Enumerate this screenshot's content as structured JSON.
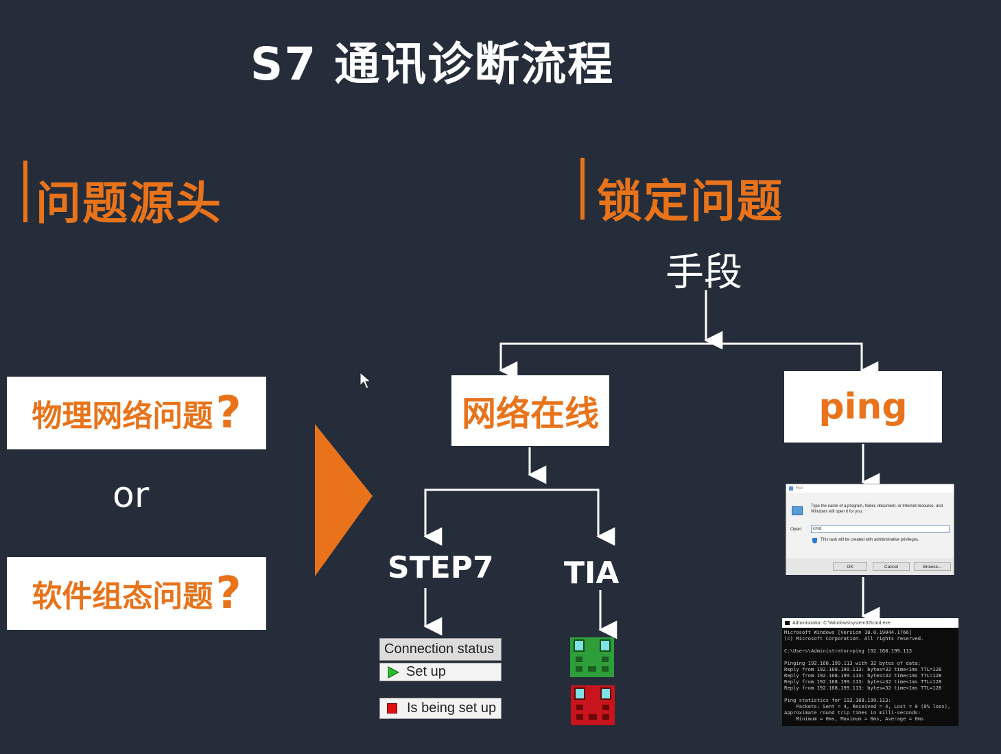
{
  "title": "S7 通讯诊断流程",
  "sections": {
    "left_title": "问题源头",
    "right_title": "锁定问题"
  },
  "causes": {
    "physical": "物理网络问题",
    "or": "or",
    "software": "软件组态问题",
    "question_mark": "?"
  },
  "method_label": "手段",
  "nodes": {
    "network_online": "网络在线",
    "ping": "ping",
    "step7": "STEP7",
    "tia": "TIA"
  },
  "step7_status": {
    "header": "Connection status",
    "setup": "Set up",
    "being_setup": "Is being set up"
  },
  "run_dialog": {
    "window_title": "Run",
    "description": "Type the name of a program, folder, document, or Internet resource, and Windows will open it for you.",
    "open_label": "Open:",
    "open_value": "cmd",
    "admin_note": "This task will be created with administrative privileges.",
    "ok": "OK",
    "cancel": "Cancel",
    "browse": "Browse..."
  },
  "cmd_window": {
    "title": "Administrator: C:\\Windows\\system32\\cmd.exe",
    "lines": [
      "Microsoft Windows [Version 10.0.19044.1766]",
      "(c) Microsoft Corporation. All rights reserved.",
      "",
      "C:\\Users\\Administrator>ping 192.168.199.113",
      "",
      "Pinging 192.168.199.113 with 32 bytes of data:",
      "Reply from 192.168.199.113: bytes=32 time<1ms TTL=128",
      "Reply from 192.168.199.113: bytes=32 time<1ms TTL=128",
      "Reply from 192.168.199.113: bytes=32 time<1ms TTL=128",
      "Reply from 192.168.199.113: bytes=32 time<1ms TTL=128",
      "",
      "Ping statistics for 192.168.199.113:",
      "    Packets: Sent = 4, Received = 4, Lost = 0 (0% loss),",
      "Approximate round trip times in milli-seconds:",
      "    Minimum = 0ms, Maximum = 0ms, Average = 0ms"
    ]
  },
  "colors": {
    "background": "#252d3a",
    "accent": "#e8731a",
    "line": "#ffffff",
    "online_green": "#2f9e3a",
    "offline_red": "#c8141c"
  }
}
